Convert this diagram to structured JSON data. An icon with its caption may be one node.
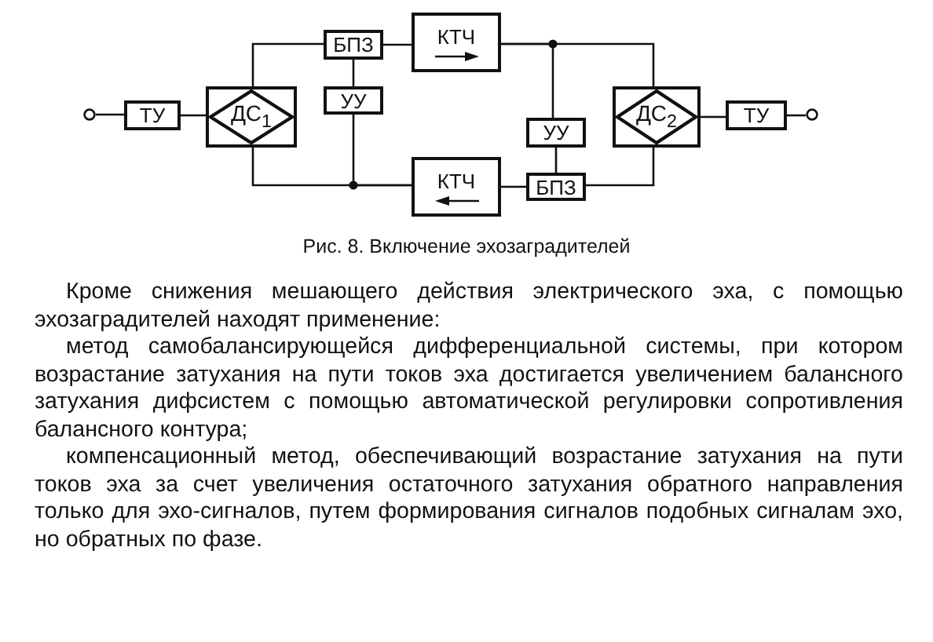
{
  "diagram": {
    "caption": "Рис. 8. Включение эхозаградителей",
    "nodes": [
      {
        "text": [],
        "shape": "circle"
      },
      {
        "text": [
          "ТУ"
        ]
      },
      {
        "text": [
          "ДС$_{1}$"
        ]
      },
      {
        "text": [
          "БПЗ"
        ]
      },
      {
        "text": [
          "КТЧ"
        ]
      },
      {
        "text": [
          "УУ"
        ]
      },
      {
        "text": [
          "КТЧ"
        ]
      },
      {
        "text": [
          "УУ"
        ]
      },
      {
        "text": [
          "БПЗ"
        ]
      },
      {
        "text": [
          "ДС$_{2}$"
        ]
      },
      {
        "text": [
          "ТУ"
        ]
      },
      {
        "text": [],
        "shape": "circle"
      }
    ],
    "edges": [
      {
        "from": 0,
        "to": 1,
        "arrow": "none"
      },
      {
        "from": 1,
        "to": 2,
        "arrow": "none"
      },
      {
        "from": 2,
        "to": 3,
        "arrow": "none"
      },
      {
        "from": 3,
        "to": 4,
        "arrow": "none"
      },
      {
        "from": 3,
        "to": 5,
        "arrow": "none"
      },
      {
        "from": 5,
        "to": 6,
        "arrow": "none"
      },
      {
        "from": 2,
        "to": 6,
        "arrow": "none"
      },
      {
        "from": 4,
        "to": 9,
        "arrow": "none"
      },
      {
        "from": 4,
        "to": 7,
        "arrow": "none"
      },
      {
        "from": 7,
        "to": 8,
        "arrow": "none"
      },
      {
        "from": 8,
        "to": 6,
        "arrow": "none"
      },
      {
        "from": 8,
        "to": 9,
        "arrow": "none"
      },
      {
        "from": 9,
        "to": 10,
        "arrow": "none"
      },
      {
        "from": 10,
        "to": 11,
        "arrow": "none"
      }
    ],
    "labels": [
      "Кроме снижения мешающего действия электрического эха, с помощью эхозаградителей находят применение:",
      "метод самобалансирующейся дифференциальной системы, при котором возрастание затухания на пути токов эха достигается увеличением балансного затухания дифсистем с помощью автоматической регулировки сопротивления балансного контура;",
      "компенсационный метод, обеспечивающий возрастание затухания на пути токов эха за счет увеличения остаточного затухания обратного направления только для эхо-сигналов, путем формирования сигналов подобных сигналам эхо, но обратных по фазе."
    ]
  }
}
